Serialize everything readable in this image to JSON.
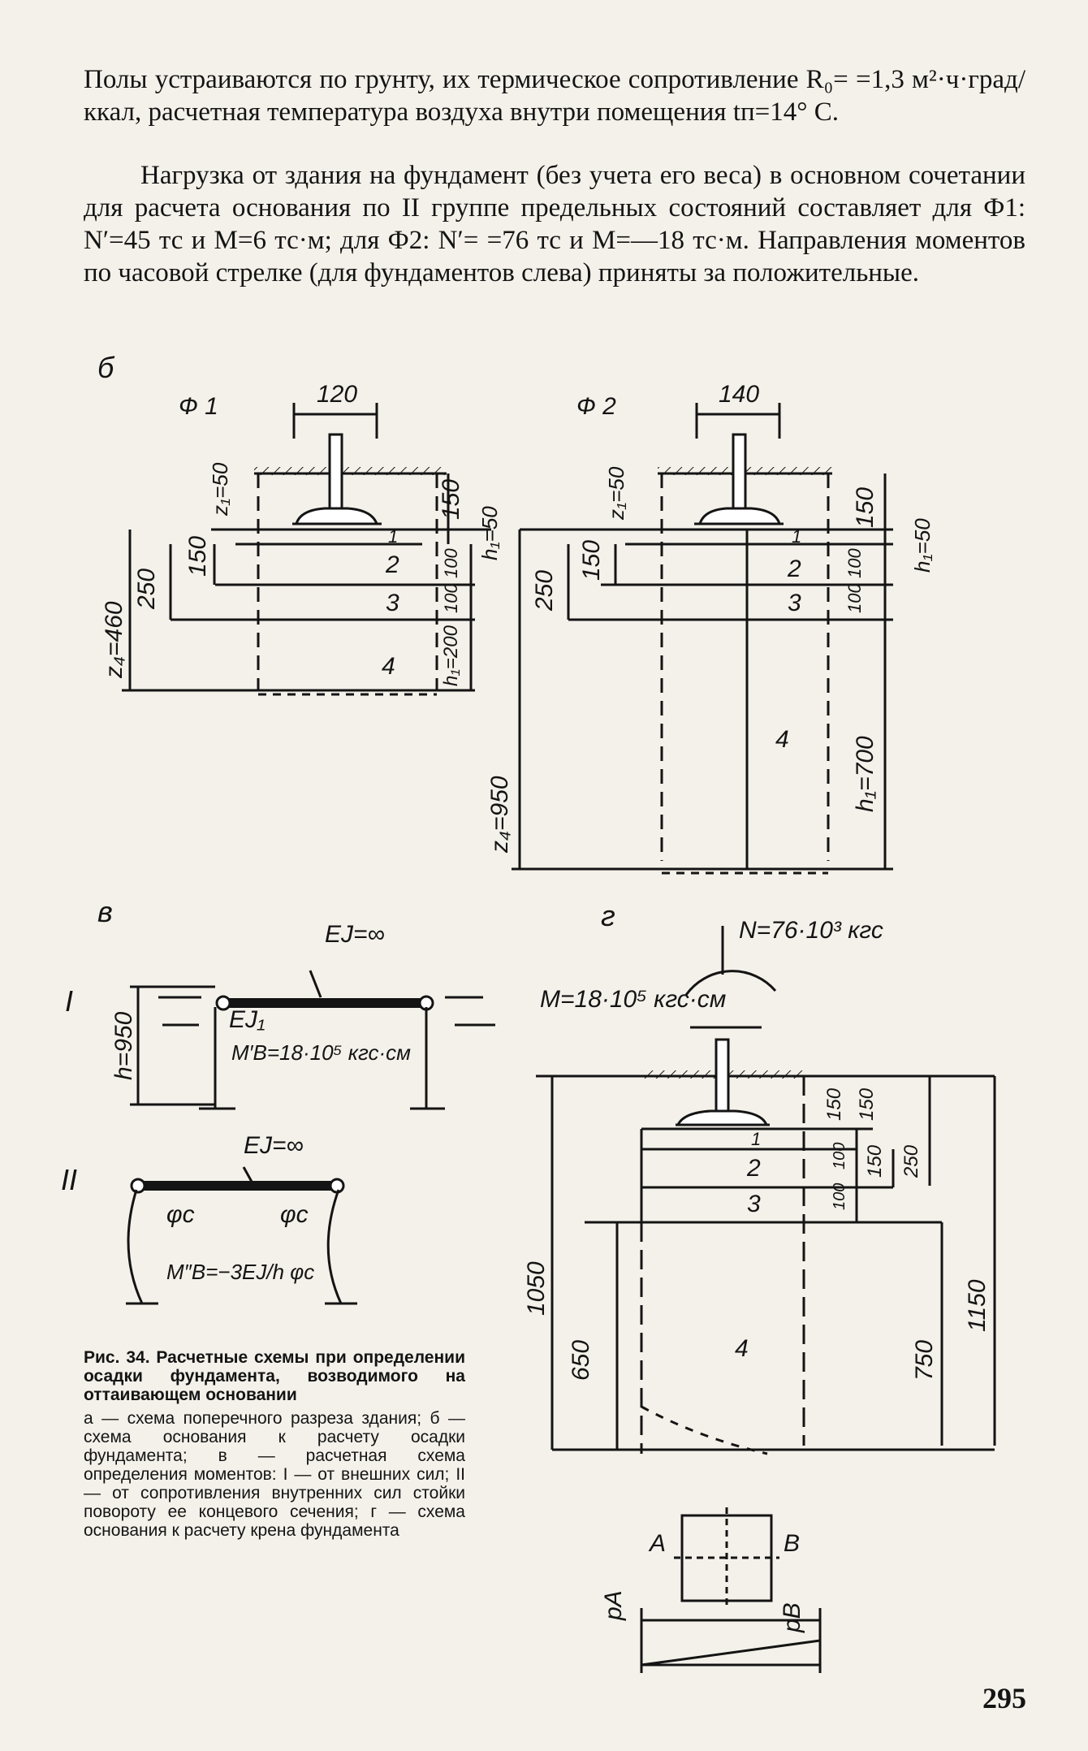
{
  "text": {
    "para1": "Полы устраиваются по грунту, их термическое сопротивление R₀= =1,3 м²·ч·град/ккал, расчетная температура воздуха внутри помещения tп=14° С.",
    "para2": "Нагрузка от здания на фундамент (без учета его веса) в основном сочетании для расчета основания по II группе предельных состояний составляет для Ф1: N′=45 тс и M=6 тс·м; для Ф2: N′= =76 тс и M=—18 тс·м. Направления моментов по часовой стрелке (для фундаментов слева) приняты за положительные."
  },
  "figure_b": {
    "panel_label": "б",
    "f1": {
      "name": "Ф 1",
      "width_dim": "120",
      "z1": "z₁=50",
      "d150a": "150",
      "d250": "250",
      "z4": "z₄=460",
      "d150b": "150",
      "h1a": "h₁=50",
      "d100a": "100",
      "d100b": "100",
      "h1b": "h₁=200",
      "layers": [
        "1",
        "2",
        "3",
        "4"
      ]
    },
    "f2": {
      "name": "Ф 2",
      "width_dim": "140",
      "z1": "z₁=50",
      "d150a": "150",
      "d250": "250",
      "z4": "z₄=950",
      "d150b": "150",
      "h1a": "h₁=50",
      "d100a": "100",
      "d100b": "100",
      "h1b": "h₁=700",
      "layers": [
        "1",
        "2",
        "3",
        "4"
      ]
    }
  },
  "figure_v": {
    "panel_label": "в",
    "scheme1": {
      "label": "I",
      "ej_inf": "EJ=∞",
      "height": "h=950",
      "ej1": "EJ₁",
      "moment": "M′B=18·10⁵ кгс·см"
    },
    "scheme2": {
      "label": "II",
      "ej_inf": "EJ=∞",
      "phi_left": "φc",
      "phi_right": "φc",
      "moment": "M″B=−3EJ/h φc"
    }
  },
  "figure_g": {
    "panel_label": "г",
    "force": "N=76·10³ кгс",
    "moment": "M=18·10⁵ кгс·см",
    "dims": {
      "d150a": "150",
      "d150b": "150",
      "d150c": "150",
      "d250": "250",
      "d100a": "100",
      "d100b": "100",
      "d1050": "1050",
      "d650": "650",
      "d750": "750",
      "d1150": "1150"
    },
    "layers": [
      "1",
      "2",
      "3",
      "4"
    ],
    "plan_labels": {
      "a": "A",
      "b": "B"
    },
    "pressure_labels": {
      "pa": "pA",
      "pb": "pB"
    }
  },
  "caption": {
    "title": "Рис. 34. Расчетные схемы при определении осадки фундамента, возводимого на оттаивающем основании",
    "body": "а — схема поперечного разреза здания; б — схема основания к расчету осадки фундамента; в — расчетная схема определения моментов: I — от внешних сил; II — от сопротивления внутренних сил стойки повороту ее концевого сечения; г — схема основания к расчету крена фундамента"
  },
  "page_number": "295"
}
